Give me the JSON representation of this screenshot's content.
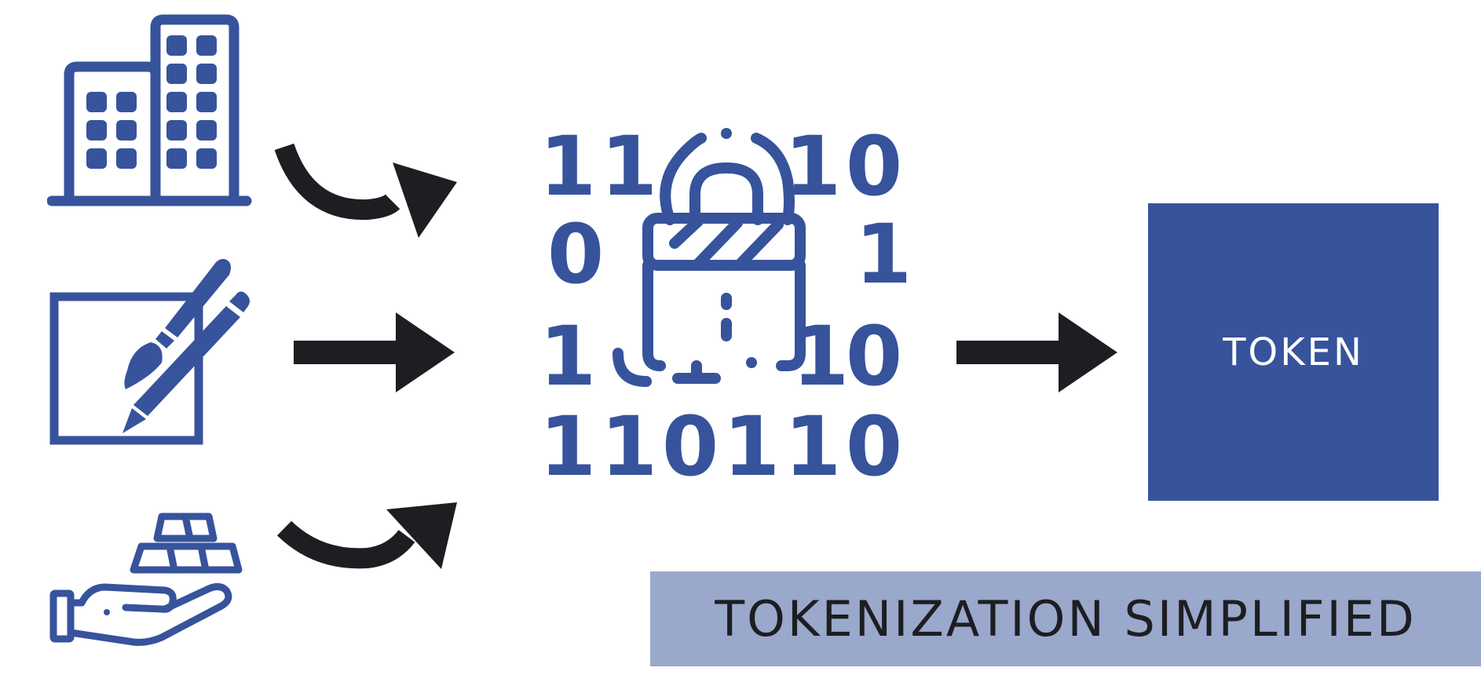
{
  "colors": {
    "brand_blue": "#36539c",
    "banner_bg": "#9aa8cc",
    "arrow": "#1d1e21",
    "background": "#ffffff"
  },
  "icons": {
    "buildings": "buildings-icon",
    "art": "art-canvas-icon",
    "gold": "gold-bars-hand-icon",
    "lock": "data-lock-icon"
  },
  "binary_rows": [
    [
      "1",
      "1",
      "",
      "",
      "1",
      "0"
    ],
    [
      "0",
      "",
      "",
      "",
      "",
      "1"
    ],
    [
      "1",
      "",
      "",
      "",
      "",
      "0"
    ],
    [
      "1",
      "1",
      "0",
      "1",
      "1",
      "0"
    ]
  ],
  "token": {
    "label": "TOKEN"
  },
  "banner": {
    "title": "TOKENIZATION SIMPLIFIED"
  }
}
